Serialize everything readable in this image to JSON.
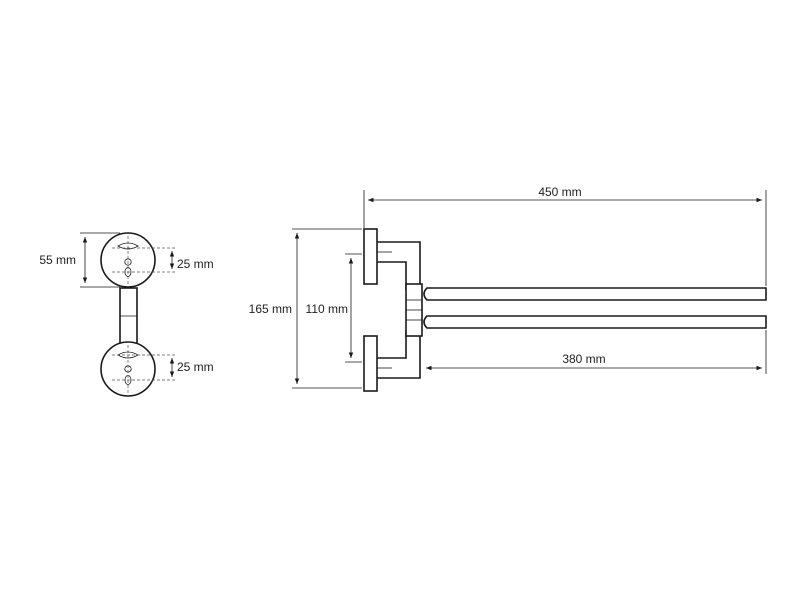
{
  "front_view": {
    "rosette_diameter_label": "55 mm",
    "upper_hole_spacing_label": "25 mm",
    "lower_hole_spacing_label": "25 mm"
  },
  "side_view": {
    "overall_length_label": "450 mm",
    "overall_height_label": "165 mm",
    "mount_spacing_label": "110 mm",
    "arm_length_label": "380 mm"
  }
}
